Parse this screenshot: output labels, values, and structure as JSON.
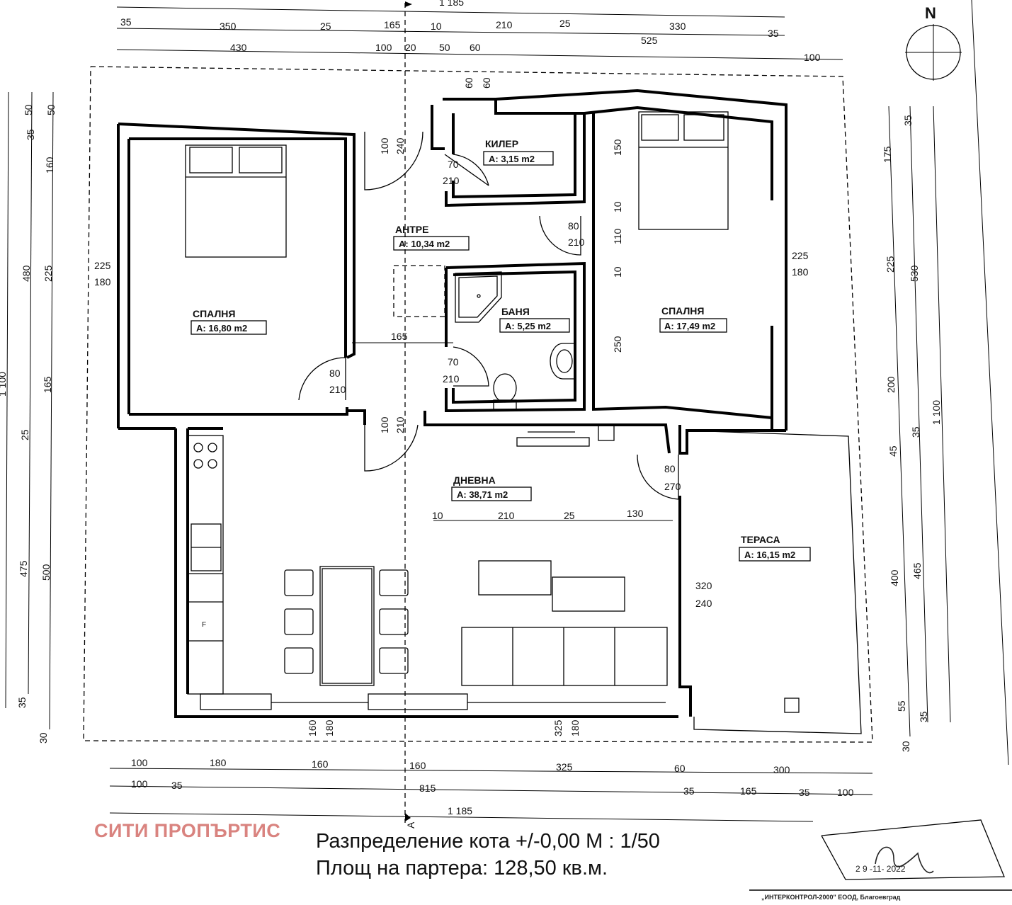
{
  "north_label": "N",
  "section_marker": "A",
  "watermark": "СИТИ ПРОПЪРТИС",
  "caption": {
    "line1": "Разпределение кота +/-0,00 М : 1/50",
    "line2": "Площ на партера: 128,50 кв.м."
  },
  "stamp": {
    "date": "2 9 -11- 2022",
    "company": "„ИНТЕРКОНТРОЛ-2000\" ЕООД, Благоевград"
  },
  "rooms": [
    {
      "name": "КИЛЕР",
      "area": "А: 3,15 m2"
    },
    {
      "name": "АНТРЕ",
      "area": "А: 10,34 m2"
    },
    {
      "name": "СПАЛНЯ",
      "area": "А: 16,80 m2"
    },
    {
      "name": "БАНЯ",
      "area": "А: 5,25 m2"
    },
    {
      "name": "СПАЛНЯ",
      "area": "А: 17,49 m2"
    },
    {
      "name": "ДНЕВНА",
      "area": "А: 38,71 m2"
    },
    {
      "name": "ТЕРАСА",
      "area": "А: 16,15 m2"
    }
  ],
  "fridge_label": "F",
  "dimensions": {
    "top_total": "1 185",
    "top_row1": [
      "35",
      "350",
      "25",
      "165",
      "10",
      "210",
      "25",
      "330",
      "35"
    ],
    "top_row2": [
      "430",
      "100",
      "20",
      "50",
      "60",
      "525",
      "100"
    ],
    "top_window": [
      "60",
      "60"
    ],
    "left_outer": "1 100",
    "left_row1": [
      "35",
      "50",
      "480",
      "25",
      "475",
      "35",
      "30"
    ],
    "left_row2": [
      "50",
      "160",
      "225",
      "165",
      "500"
    ],
    "right_outer": "1 100",
    "right_row1": [
      "35",
      "530",
      "35",
      "465",
      "35"
    ],
    "right_row2": [
      "175",
      "225",
      "200",
      "45",
      "400",
      "55",
      "30"
    ],
    "bottom_row1": [
      "100",
      "180",
      "160",
      "160",
      "325",
      "60",
      "300"
    ],
    "bottom_row2": [
      "100",
      "35",
      "815",
      "35",
      "165",
      "35",
      "100"
    ],
    "bottom_total": "1 185",
    "openings": {
      "door_entry": [
        "100",
        "240"
      ],
      "door_storage": [
        "70",
        "210"
      ],
      "door_bed2": [
        "80",
        "210"
      ],
      "door_bed1": [
        "80",
        "210"
      ],
      "door_bath": [
        "70",
        "210"
      ],
      "door_living": [
        "100",
        "210"
      ],
      "door_terrace": [
        "80",
        "270"
      ],
      "corridor": "165",
      "bed2_inner": [
        "150",
        "10",
        "110",
        "10",
        "250"
      ],
      "win_left": [
        "225",
        "180"
      ],
      "win_right": [
        "225",
        "180"
      ],
      "win_terrace": [
        "320",
        "240"
      ],
      "living_row": [
        "10",
        "210",
        "25",
        "130"
      ],
      "win_bottom1": [
        "160",
        "180"
      ],
      "win_bottom2": [
        "325",
        "180"
      ]
    }
  }
}
